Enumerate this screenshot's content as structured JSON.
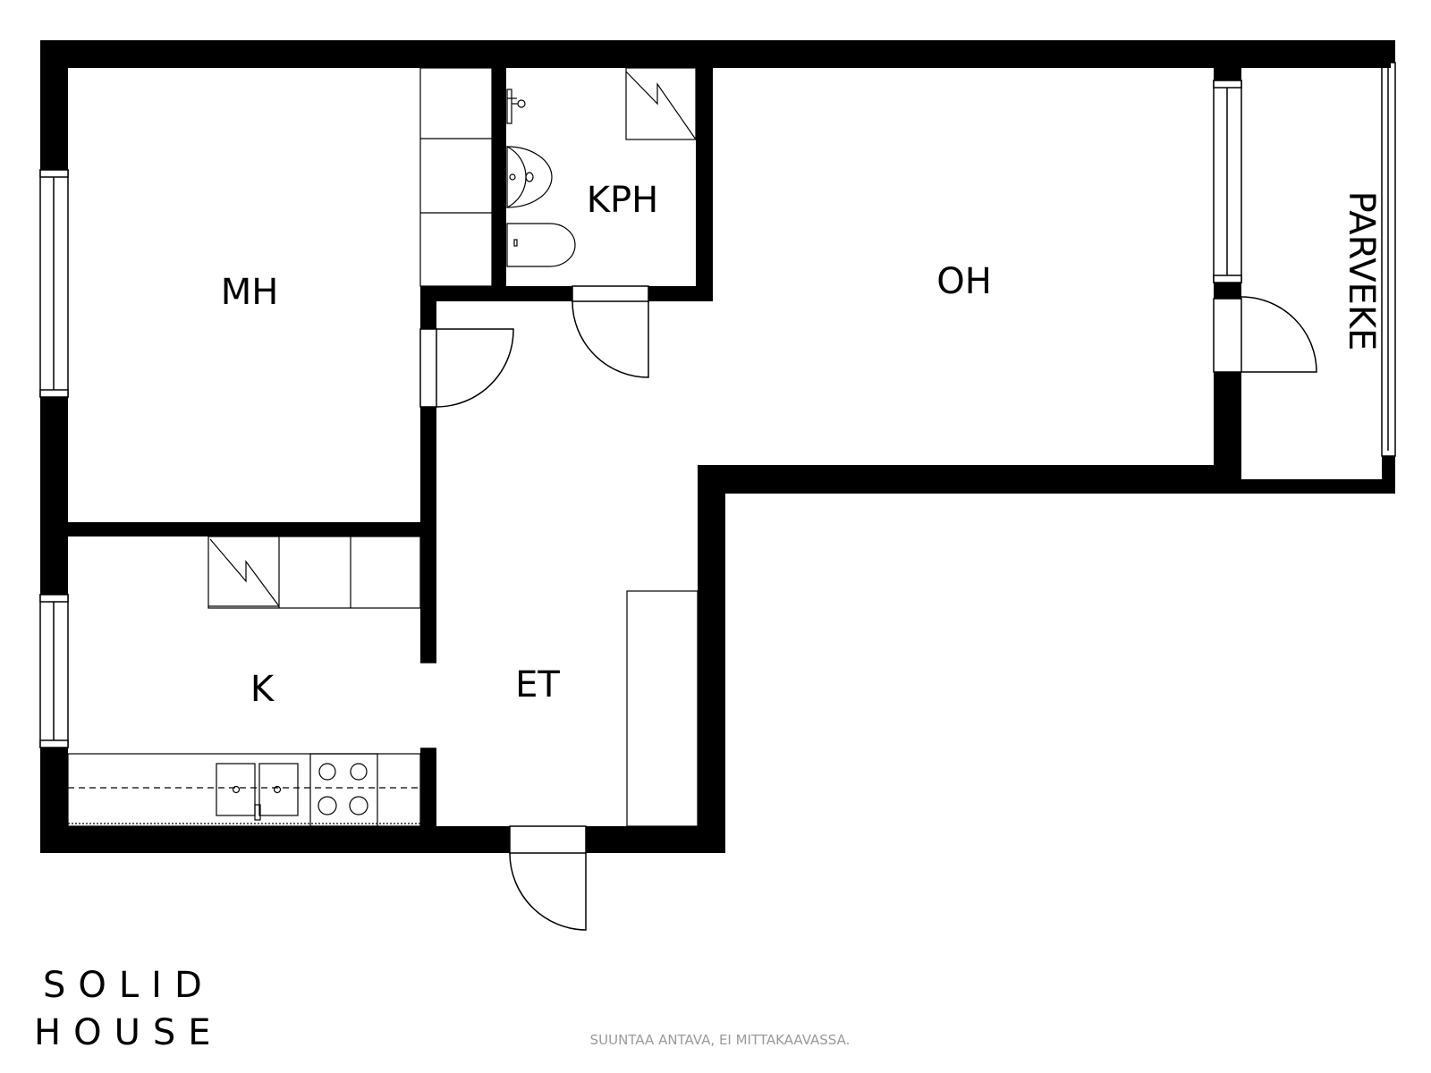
{
  "rooms": {
    "mh": "MH",
    "kph": "KPH",
    "oh": "OH",
    "parveke": "PARVEKE",
    "k": "K",
    "et": "ET"
  },
  "logo": {
    "line1": "SOLID",
    "line2": "HOUSE"
  },
  "disclaimer": "SUUNTAA ANTAVA, EI MITTAKAAVASSA.",
  "colors": {
    "wall": "#000000",
    "background": "#ffffff",
    "disclaimer": "#9a9a9a"
  }
}
